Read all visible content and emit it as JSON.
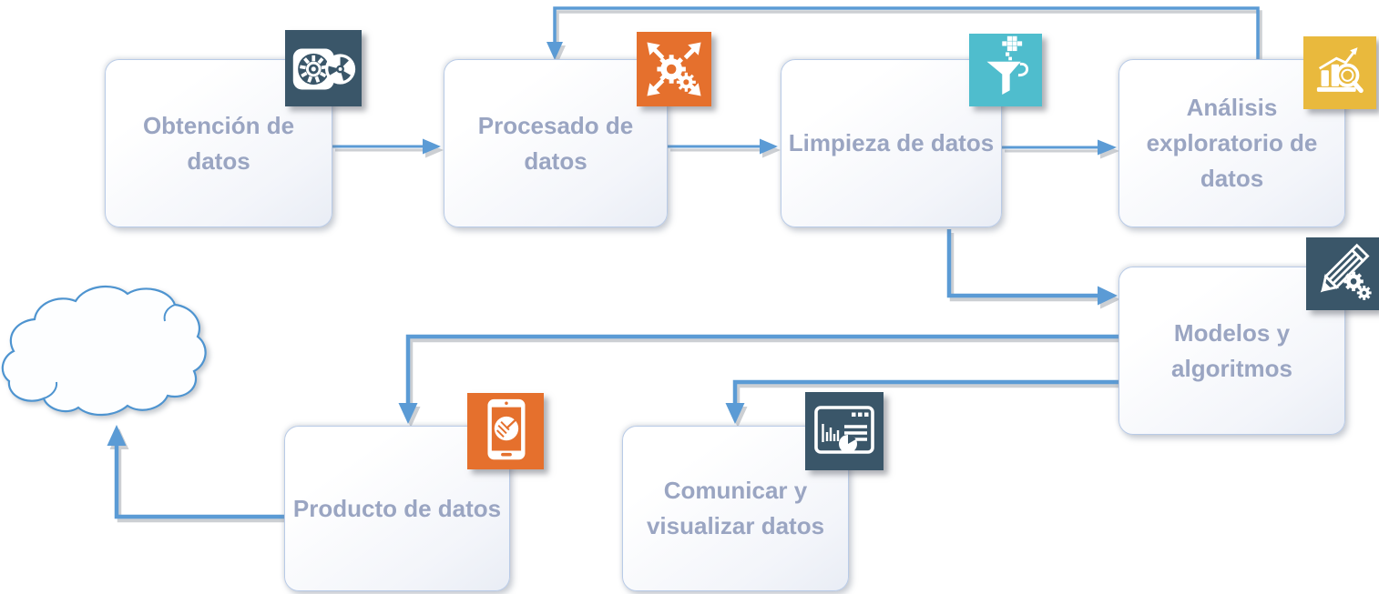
{
  "diagram": {
    "type": "flowchart",
    "language": "es",
    "nodes": [
      {
        "label": "Obtención de datos",
        "icon": "reel-disc-icon",
        "icon_color": "#3a5669"
      },
      {
        "label": "Procesado de datos",
        "icon": "gears-expand-icon",
        "icon_color": "#e5702d"
      },
      {
        "label": "Limpieza de datos",
        "icon": "funnel-filter-icon",
        "icon_color": "#4fbdcd"
      },
      {
        "label": "Análisis exploratorio de datos",
        "icon": "chart-magnifier-icon",
        "icon_color": "#e9b93d"
      },
      {
        "label": "Modelos y algoritmos",
        "icon": "pencil-gears-icon",
        "icon_color": "#3a5669"
      },
      {
        "label": "Producto de datos",
        "icon": "tablet-pie-icon",
        "icon_color": "#e5702d"
      },
      {
        "label": "Comunicar y visualizar datos",
        "icon": "dashboard-window-icon",
        "icon_color": "#3a5669"
      }
    ],
    "edges": [
      {
        "from": "Obtención de datos",
        "to": "Procesado de datos"
      },
      {
        "from": "Procesado de datos",
        "to": "Limpieza de datos"
      },
      {
        "from": "Limpieza de datos",
        "to": "Análisis exploratorio de datos"
      },
      {
        "from": "Análisis exploratorio de datos",
        "to": "Procesado de datos",
        "note": "feedback loop"
      },
      {
        "from": "Limpieza de datos",
        "to": "Modelos y algoritmos"
      },
      {
        "from": "Modelos y algoritmos",
        "to": "Producto de datos"
      },
      {
        "from": "Modelos y algoritmos",
        "to": "Comunicar y visualizar datos"
      },
      {
        "from": "Producto de datos",
        "to": "cloud"
      }
    ],
    "shapes": [
      {
        "name": "cloud",
        "label": ""
      }
    ],
    "colors": {
      "connector": "#5b9bd5",
      "connector_shadow": "#9aa0a8",
      "node_border": "#b9cbe7",
      "node_text": "#9aa5c2",
      "icon_dark": "#3a5669",
      "icon_orange": "#e5702d",
      "icon_teal": "#4fbdcd",
      "icon_gold": "#e9b93d",
      "cloud_border": "#4e94d0"
    }
  }
}
